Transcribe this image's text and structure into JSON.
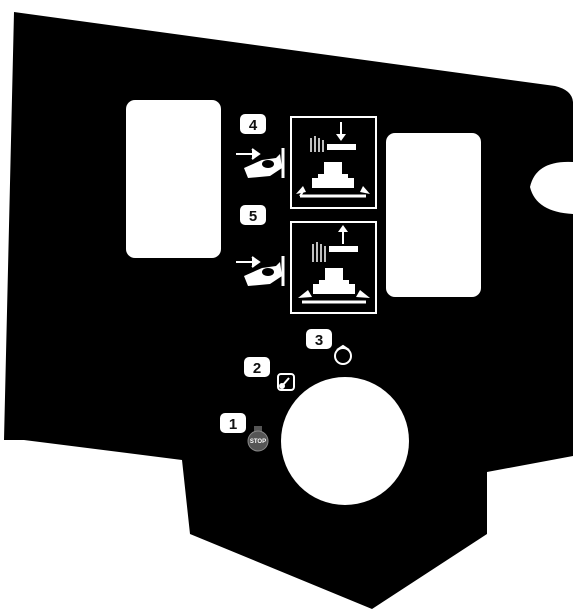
{
  "decal": {
    "colors": {
      "panel": "#000000",
      "background": "#ffffff",
      "badge": "#ffffff",
      "stop_button": "#555555"
    },
    "steps": [
      {
        "number": "1",
        "icon": "stop-icon",
        "label": "STOP"
      },
      {
        "number": "2",
        "icon": "pto-engage-icon"
      },
      {
        "number": "3",
        "icon": "rotate-icon"
      },
      {
        "number": "4",
        "icon": "push-knob-hand-icon",
        "pictogram": "deck-lower-pictogram"
      },
      {
        "number": "5",
        "icon": "pull-knob-hand-icon",
        "pictogram": "deck-raise-pictogram"
      }
    ]
  }
}
